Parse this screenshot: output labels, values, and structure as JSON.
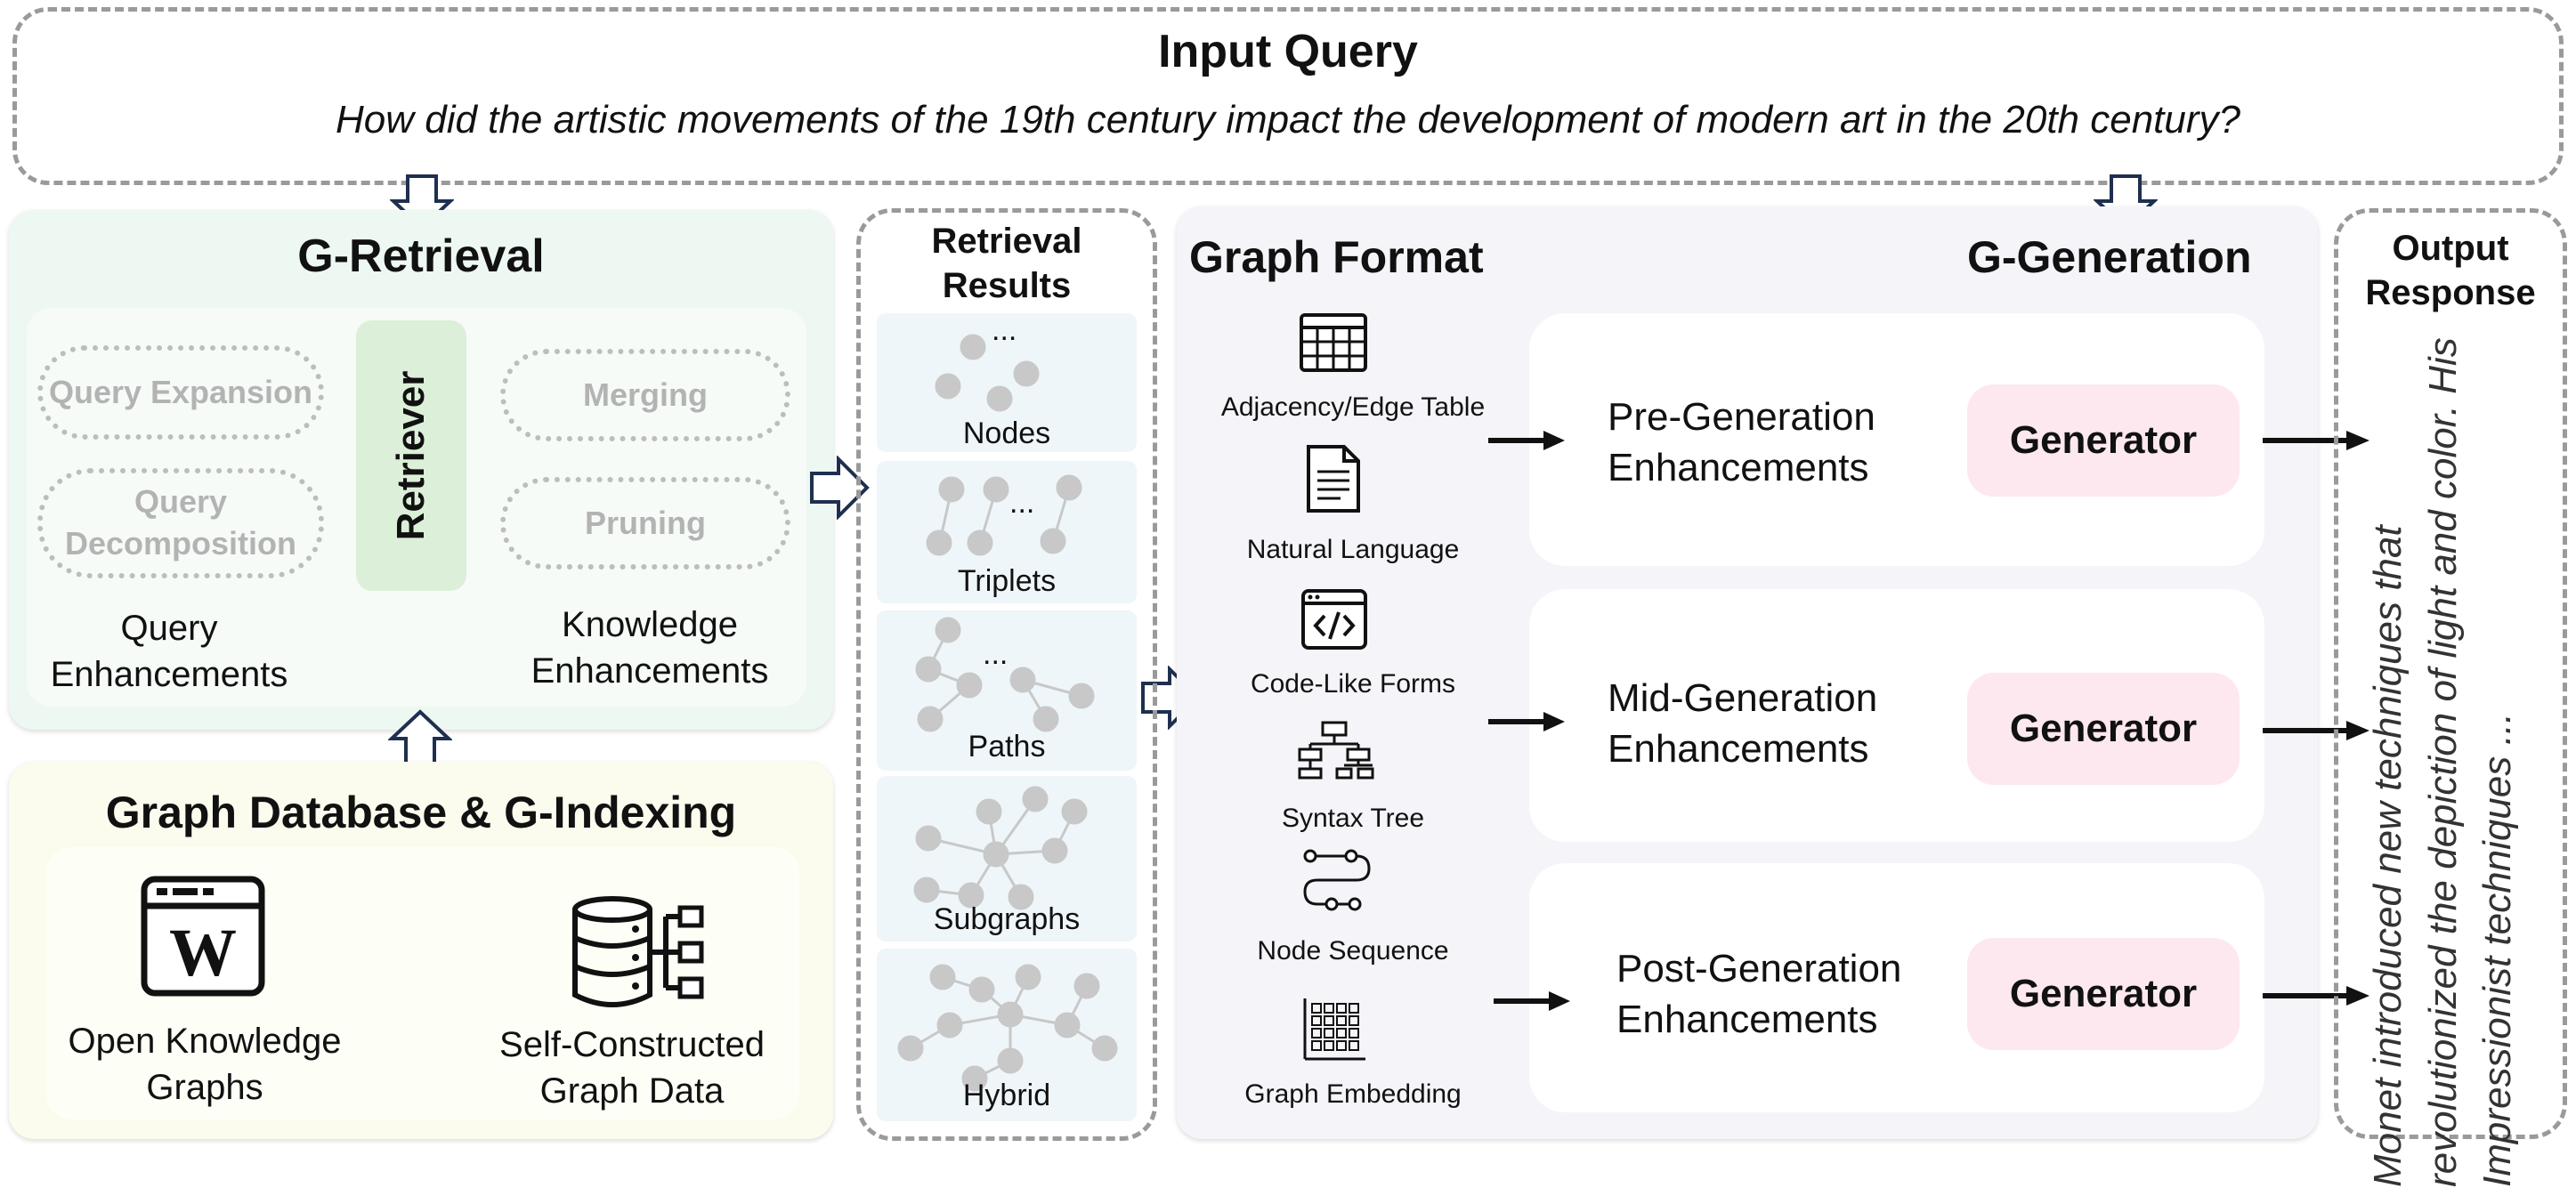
{
  "input": {
    "title": "Input Query",
    "query": "How did the artistic movements of the 19th century impact the development of modern art in the 20th century?"
  },
  "retrieval": {
    "title": "G-Retrieval",
    "retriever": "Retriever",
    "query_expansion": "Query Expansion",
    "query_decomposition": "Query Decomposition",
    "merging": "Merging",
    "pruning": "Pruning",
    "query_enhancements": "Query Enhancements",
    "knowledge_enhancements": "Knowledge Enhancements"
  },
  "database": {
    "title": "Graph Database & G-Indexing",
    "open_kg": "Open Knowledge Graphs",
    "self_constructed": "Self-Constructed Graph Data",
    "wiki_glyph": "W"
  },
  "results": {
    "title": "Retrieval Results",
    "items": [
      "Nodes",
      "Triplets",
      "Paths",
      "Subgraphs",
      "Hybrid"
    ],
    "ellipsis": "..."
  },
  "format": {
    "title": "Graph Format",
    "items": [
      "Adjacency/Edge Table",
      "Natural Language",
      "Code-Like Forms",
      "Syntax Tree",
      "Node Sequence",
      "Graph Embedding"
    ],
    "icons": [
      "table-icon",
      "document-icon",
      "code-icon",
      "tree-icon",
      "sequence-icon",
      "embedding-icon"
    ]
  },
  "generation": {
    "title": "G-Generation",
    "rows": [
      {
        "enhancement": "Pre-Generation Enhancements",
        "generator": "Generator"
      },
      {
        "enhancement": "Mid-Generation Enhancements",
        "generator": "Generator"
      },
      {
        "enhancement": "Post-Generation Enhancements",
        "generator": "Generator"
      }
    ]
  },
  "output": {
    "title": "Output Response",
    "response": "Monet introduced new techniques that revolutionized the depiction of light and color. His Impressionist techniques ..."
  },
  "colors": {
    "retrieval_bg": "#eef8f3",
    "database_bg": "#fbfcee",
    "generation_bg": "#f4f4f9",
    "retriever_bg": "#dcefd9",
    "generator_bg": "#fce8ee",
    "node_gray": "#c8c8c8",
    "arrow_navy": "#1f2f4f"
  }
}
